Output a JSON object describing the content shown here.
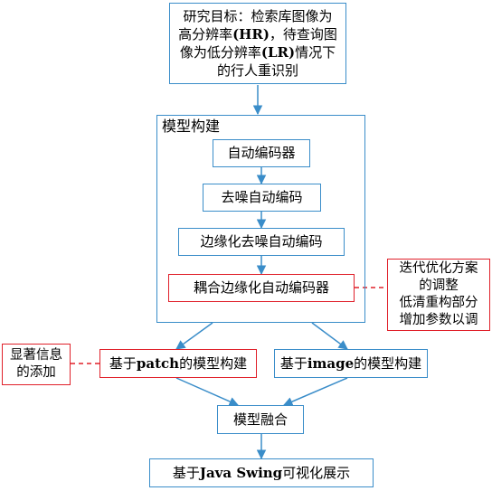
{
  "goal": {
    "line1": "研究目标：检索库图像为",
    "line2_pre": "高分辨率",
    "line2_bold": "(HR)",
    "line2_post": "，待查询图",
    "line3_pre": "像为低分辨率",
    "line3_bold": "(LR)",
    "line3_post": "情况下",
    "line4": "的行人重识别"
  },
  "model_group": {
    "title": "模型构建",
    "steps": [
      {
        "label": "自动编码器"
      },
      {
        "label": "去噪自动编码"
      },
      {
        "label": "边缘化去噪自动编码"
      },
      {
        "label": "耦合边缘化自动编码器"
      }
    ]
  },
  "note_iteration": "迭代优化方案\n的调整\n低清重构部分\n增加参数以调",
  "note_salient": "显著信息\n的添加",
  "patch_model": {
    "pre": "基于",
    "bold": "patch",
    "post": "的模型构建"
  },
  "image_model": {
    "pre": "基于",
    "bold": "image",
    "post": "的模型构建"
  },
  "fusion": "模型融合",
  "visual": {
    "pre": "基于",
    "bold": "Java Swing",
    "post": "可视化展示"
  },
  "colors": {
    "blue": "#3a8dc9",
    "red": "#e0202a"
  }
}
